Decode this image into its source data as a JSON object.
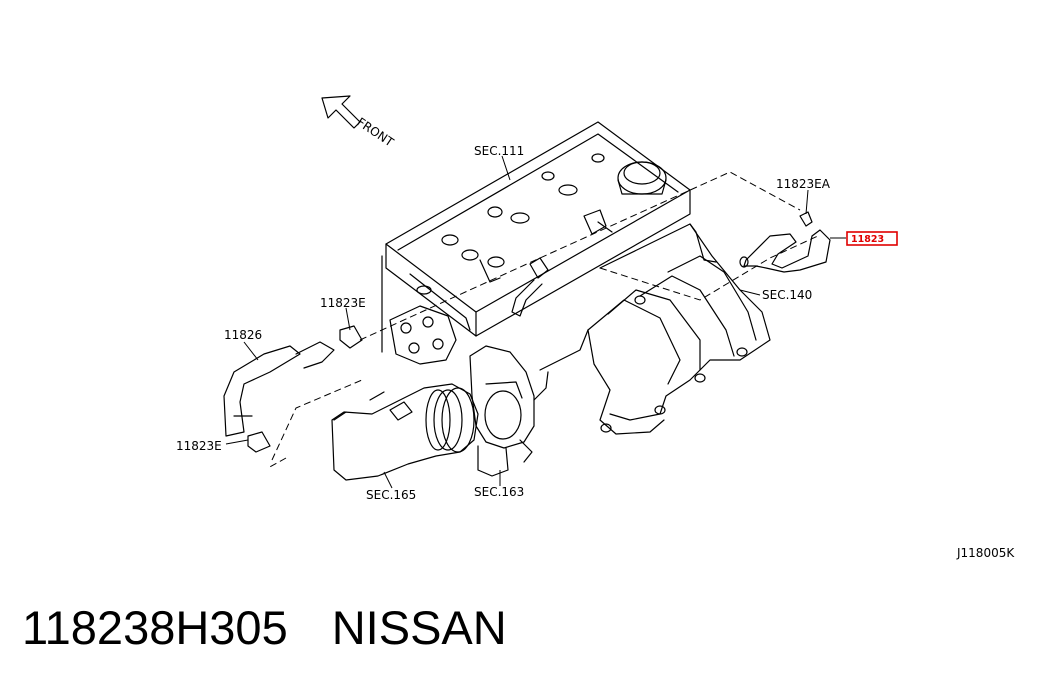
{
  "diagram": {
    "direction_label": "FRONT",
    "callouts": {
      "sec_111": "SEC.111",
      "code_11823ea": "11823EA",
      "highlighted_part": "11823",
      "sec_140": "SEC.140",
      "code_11823e_top": "11823E",
      "code_11826": "11826",
      "code_11823e_bottom": "11823E",
      "sec_165": "SEC.165",
      "sec_163": "SEC.163"
    },
    "figure_id": "J118005K",
    "highlight_color": "#e00000"
  },
  "caption": {
    "part_number": "118238H305",
    "brand": "NISSAN"
  }
}
